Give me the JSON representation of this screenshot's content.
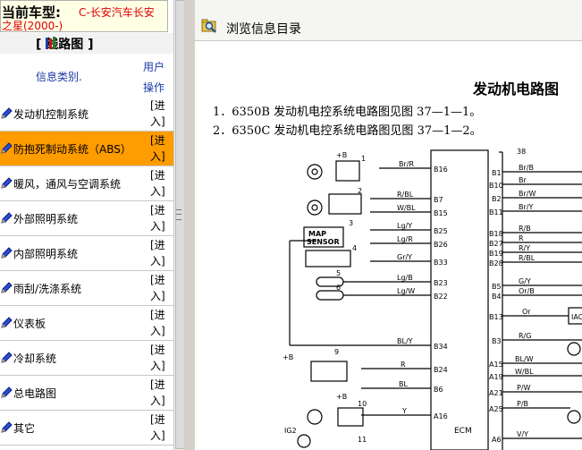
{
  "car": {
    "label": "当前车型:",
    "value": "C-长安汽车长安",
    "value2": "之星(2000-)"
  },
  "section_title": "[   线路图   ]",
  "columns": {
    "category": "信息类别.",
    "user_ops": [
      "用户",
      "操作"
    ]
  },
  "categories": [
    {
      "label": "发动机控制系统",
      "action": [
        "[进",
        "入]"
      ],
      "selected": false
    },
    {
      "label": "防抱死制动系统（ABS）",
      "action": [
        "[进",
        "入]"
      ],
      "selected": true
    },
    {
      "label": "暖风，通风与空调系统",
      "action": [
        "[进",
        "入]"
      ],
      "selected": false
    },
    {
      "label": "外部照明系统",
      "action": [
        "[进",
        "入]"
      ],
      "selected": false
    },
    {
      "label": "内部照明系统",
      "action": [
        "[进",
        "入]"
      ],
      "selected": false
    },
    {
      "label": "雨刮/洗涤系统",
      "action": [
        "[进",
        "入]"
      ],
      "selected": false
    },
    {
      "label": "仪表板",
      "action": [
        "[进",
        "入]"
      ],
      "selected": false
    },
    {
      "label": "冷却系统",
      "action": [
        "[进",
        "入]"
      ],
      "selected": false
    },
    {
      "label": "总电路图",
      "action": [
        "[进",
        "入]"
      ],
      "selected": false
    },
    {
      "label": "其它",
      "action": [
        "[进",
        "入]"
      ],
      "selected": false
    }
  ],
  "right_pane": {
    "title": "浏览信息目录"
  },
  "document": {
    "title": "发动机电路图",
    "lines": [
      "1．6350B 发动机电控系统电路图见图 37—1—1。",
      "2．6350C 发动机电控系统电路图见图 37—1—2。"
    ],
    "diagram": {
      "ecm_label": "ECM",
      "connector_label": "38",
      "map_sensor": [
        "MAP",
        "SENSOR"
      ],
      "ig_label": "IG2",
      "plus_b": "+B",
      "iac_label": "IAC",
      "left_pins": [
        {
          "wire": "Br/R",
          "pin": "B16"
        },
        {
          "wire": "R/BL",
          "pin": "B7"
        },
        {
          "wire": "W/BL",
          "pin": "B15"
        },
        {
          "wire": "Lg/Y",
          "pin": "B25"
        },
        {
          "wire": "Lg/R",
          "pin": "B26"
        },
        {
          "wire": "Gr/Y",
          "pin": "B33"
        },
        {
          "wire": "Lg/B",
          "pin": "B23"
        },
        {
          "wire": "Lg/W",
          "pin": "B22"
        },
        {
          "wire": "BL/Y",
          "pin": "B34"
        },
        {
          "wire": "R",
          "pin": "B24"
        },
        {
          "wire": "BL",
          "pin": "B6"
        },
        {
          "wire": "Y",
          "pin": "A16"
        }
      ],
      "right_pins": [
        {
          "pin": "B1",
          "wire": "Br/B"
        },
        {
          "pin": "B10",
          "wire": "Br"
        },
        {
          "pin": "B2",
          "wire": "Br/W"
        },
        {
          "pin": "B11",
          "wire": "Br/Y"
        },
        {
          "pin": "B18",
          "wire": "R/B"
        },
        {
          "pin": "B27",
          "wire": "R"
        },
        {
          "pin": "B19",
          "wire": "R/Y"
        },
        {
          "pin": "B28",
          "wire": "R/BL"
        },
        {
          "pin": "B5",
          "wire": "G/Y"
        },
        {
          "pin": "B4",
          "wire": "Or/B"
        },
        {
          "pin": "B13",
          "wire": "Or"
        },
        {
          "pin": "B3",
          "wire": "R/G"
        },
        {
          "pin": "A15",
          "wire": "BL/W"
        },
        {
          "pin": "A19",
          "wire": "W/BL"
        },
        {
          "pin": "A21",
          "wire": "P/W"
        },
        {
          "pin": "A25",
          "wire": "P/B"
        },
        {
          "pin": "A6",
          "wire": "V/Y"
        }
      ],
      "component_numbers": [
        "1",
        "2",
        "3",
        "4",
        "5",
        "6",
        "9",
        "10",
        "11"
      ]
    }
  },
  "colors": {
    "selected_row": "#ff9c00",
    "car_value": "#e00000",
    "header_link": "#1a3aa8"
  }
}
